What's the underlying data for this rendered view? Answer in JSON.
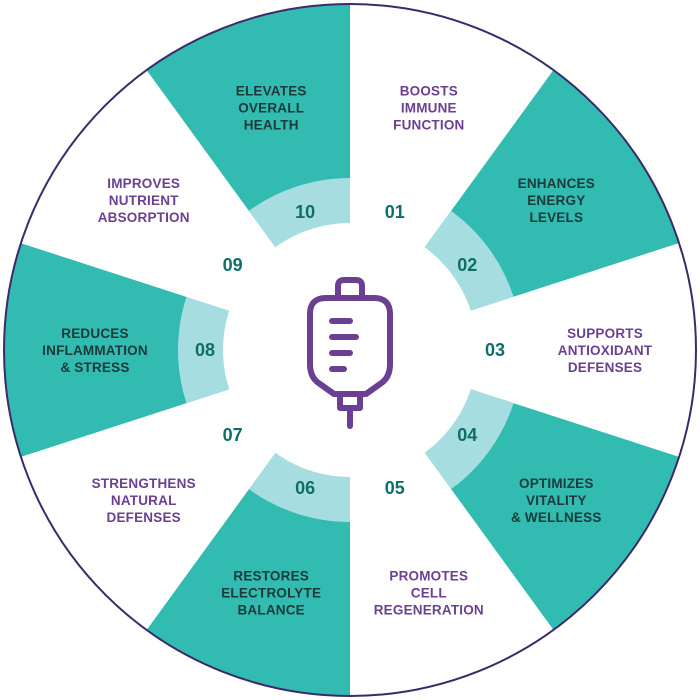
{
  "colors": {
    "teal": "#31bbb1",
    "light_teal": "#a6dde1",
    "purple": "#6b3f91",
    "dark_teal_text": "#0e6f6a",
    "dark_text": "#1b3a3a",
    "outline": "#3b2a6b",
    "white": "#ffffff"
  },
  "center_icon": "iv-bag-icon",
  "segments": [
    {
      "number": "01",
      "lines": [
        "BOOSTS",
        "IMMUNE",
        "FUNCTION"
      ],
      "fill": "white"
    },
    {
      "number": "02",
      "lines": [
        "ENHANCES",
        "ENERGY",
        "LEVELS"
      ],
      "fill": "teal"
    },
    {
      "number": "03",
      "lines": [
        "SUPPORTS",
        "ANTIOXIDANT",
        "DEFENSES"
      ],
      "fill": "white"
    },
    {
      "number": "04",
      "lines": [
        "OPTIMIZES",
        "VITALITY",
        "& WELLNESS"
      ],
      "fill": "teal"
    },
    {
      "number": "05",
      "lines": [
        "PROMOTES",
        "CELL",
        "REGENERATION"
      ],
      "fill": "white"
    },
    {
      "number": "06",
      "lines": [
        "RESTORES",
        "ELECTROLYTE",
        "BALANCE"
      ],
      "fill": "teal"
    },
    {
      "number": "07",
      "lines": [
        "STRENGTHENS",
        "NATURAL",
        "DEFENSES"
      ],
      "fill": "white"
    },
    {
      "number": "08",
      "lines": [
        "REDUCES",
        "INFLAMMATION",
        "& STRESS"
      ],
      "fill": "teal"
    },
    {
      "number": "09",
      "lines": [
        "IMPROVES",
        "NUTRIENT",
        "ABSORPTION"
      ],
      "fill": "white"
    },
    {
      "number": "10",
      "lines": [
        "ELEVATES",
        "OVERALL",
        "HEALTH"
      ],
      "fill": "teal"
    }
  ]
}
